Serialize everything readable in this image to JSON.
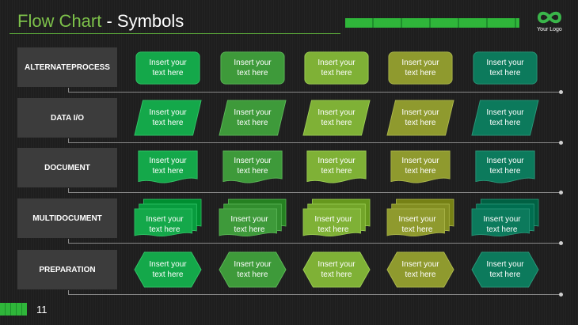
{
  "title": {
    "part1": "Flow Chart",
    "part2": " - Symbols"
  },
  "logo": {
    "text": "Your Logo",
    "icon": "infinity-icon",
    "color": "#3ab54a"
  },
  "page_number": "11",
  "placeholder": {
    "line1": "Insert your",
    "line2": "text here"
  },
  "colors": [
    "#14a84a",
    "#3e9a3a",
    "#7fb136",
    "#8f9a2e",
    "#0c7a5c"
  ],
  "rows": [
    {
      "label_line1": "ALTERNATE",
      "label_line2": "PROCESS",
      "shape": "rounded-rectangle"
    },
    {
      "label_line1": "DATA I/O",
      "label_line2": "",
      "shape": "parallelogram"
    },
    {
      "label_line1": "DOCUMENT",
      "label_line2": "",
      "shape": "document"
    },
    {
      "label_line1": "MULTI",
      "label_line2": "DOCUMENT",
      "shape": "multi-document"
    },
    {
      "label_line1": "PREPARATION",
      "label_line2": "",
      "shape": "hexagon"
    }
  ]
}
